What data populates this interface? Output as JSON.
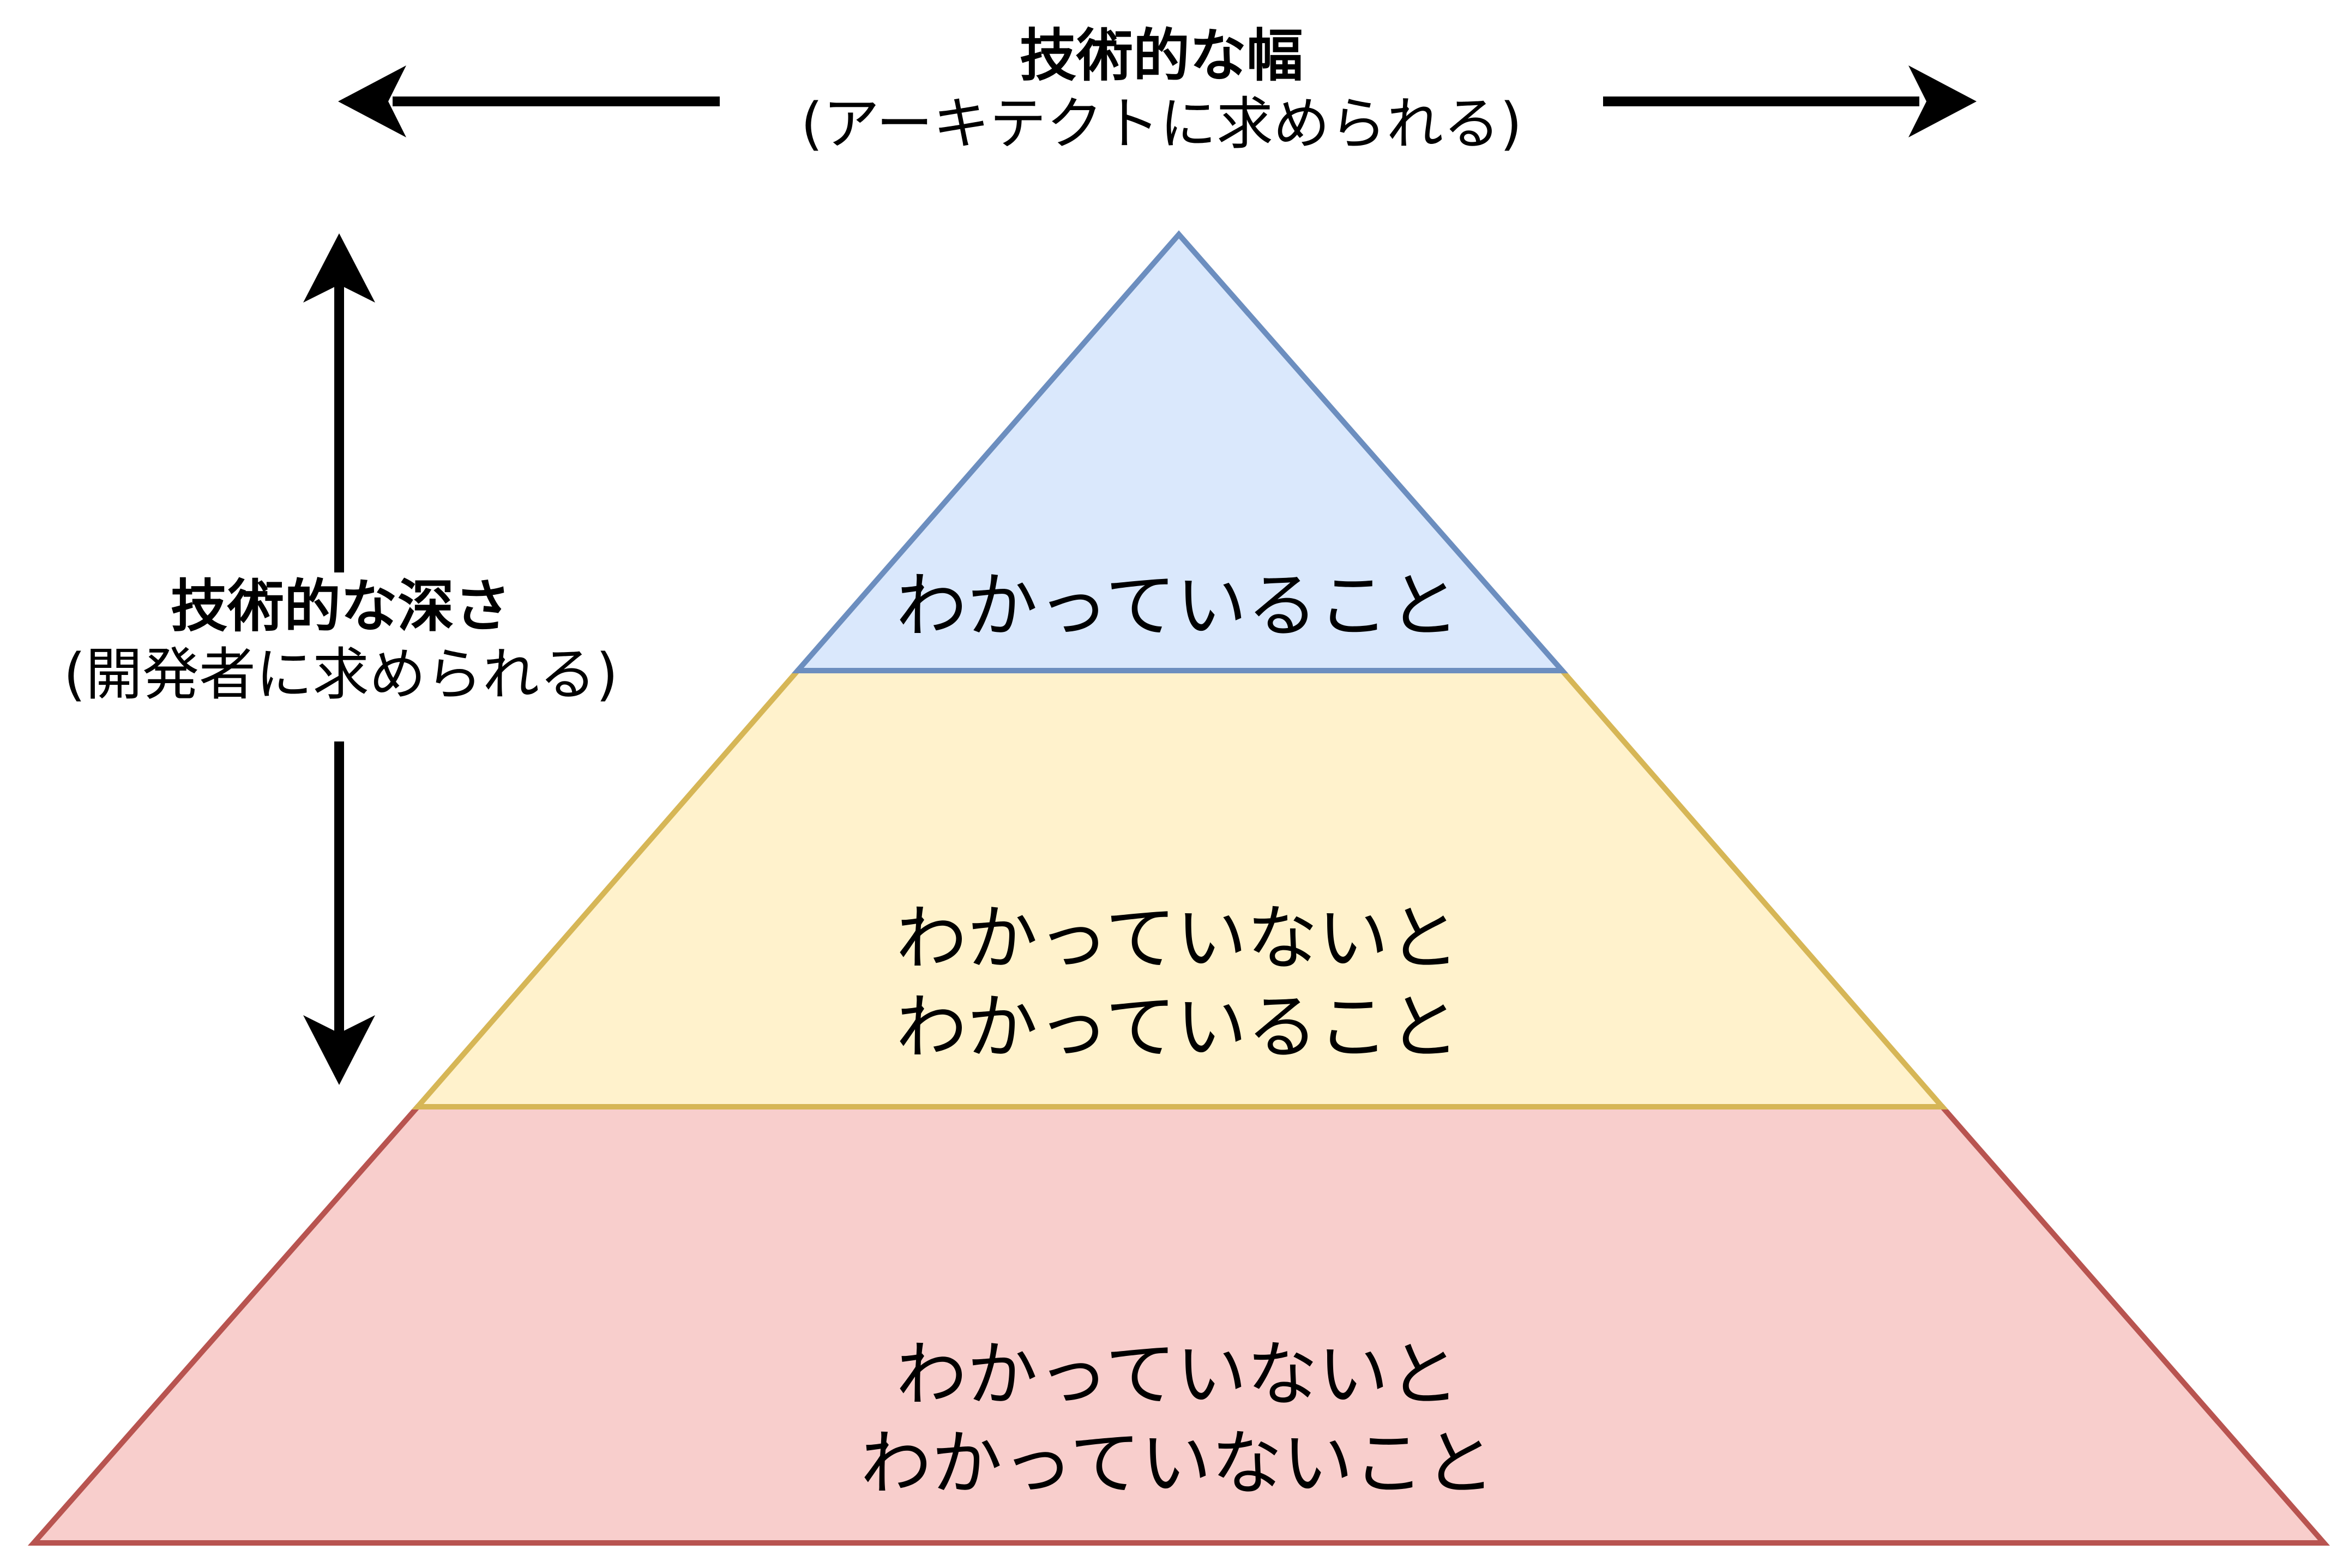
{
  "header": {
    "title": "技術的な幅",
    "subtitle": "(アーキテクトに求められる)"
  },
  "side": {
    "title": "技術的な深さ",
    "subtitle": "(開発者に求められる)"
  },
  "pyramid": {
    "top": {
      "lines": [
        "わかっていること"
      ],
      "fill": "#dae8fc",
      "stroke": "#6c8ebf"
    },
    "middle": {
      "lines": [
        "わかっていないと",
        "わかっていること"
      ],
      "fill": "#fff2cc",
      "stroke": "#d6b656"
    },
    "bottom": {
      "lines": [
        "わかっていないと",
        "わかっていないこと"
      ],
      "fill": "#f8cecc",
      "stroke": "#b85450"
    }
  }
}
